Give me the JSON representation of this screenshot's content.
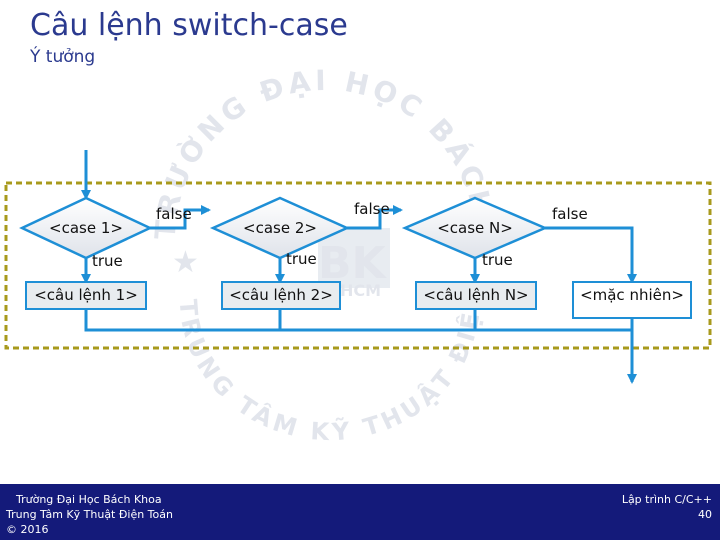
{
  "slide": {
    "title": "Câu lệnh switch-case",
    "subtitle": "Ý tưởng"
  },
  "watermark": {
    "top_text": "TRƯỜNG ĐẠI HỌC BÁCH KHOA",
    "bottom_text": "TRUNG TÂM KỸ THUẬT ĐIỆN TOÁN",
    "logo_text": "BK",
    "logo_sub": "HCM"
  },
  "diagram": {
    "cases": [
      {
        "condition": "<case 1>",
        "statement": "<câu lệnh 1>",
        "true_label": "true",
        "false_label": "false"
      },
      {
        "condition": "<case 2>",
        "statement": "<câu lệnh 2>",
        "true_label": "true",
        "false_label": "false"
      },
      {
        "condition": "<case N>",
        "statement": "<câu lệnh N>",
        "true_label": "true",
        "false_label": "false"
      }
    ],
    "default_statement": "<mặc nhiên>"
  },
  "footer": {
    "left_line1": "Trường Đại Học Bách Khoa",
    "left_line2": "Trung Tâm Kỹ Thuật Điện Toán",
    "left_line3": "© 2016",
    "right_line1": "Lập trình C/C++",
    "right_line2": "40"
  },
  "colors": {
    "accent": "#2b3a8f",
    "diamond": "#1e8fd6",
    "box_fill": "#e8ecef",
    "dashed_border": "#a89a1c",
    "footer_bg": "#141a7a"
  }
}
